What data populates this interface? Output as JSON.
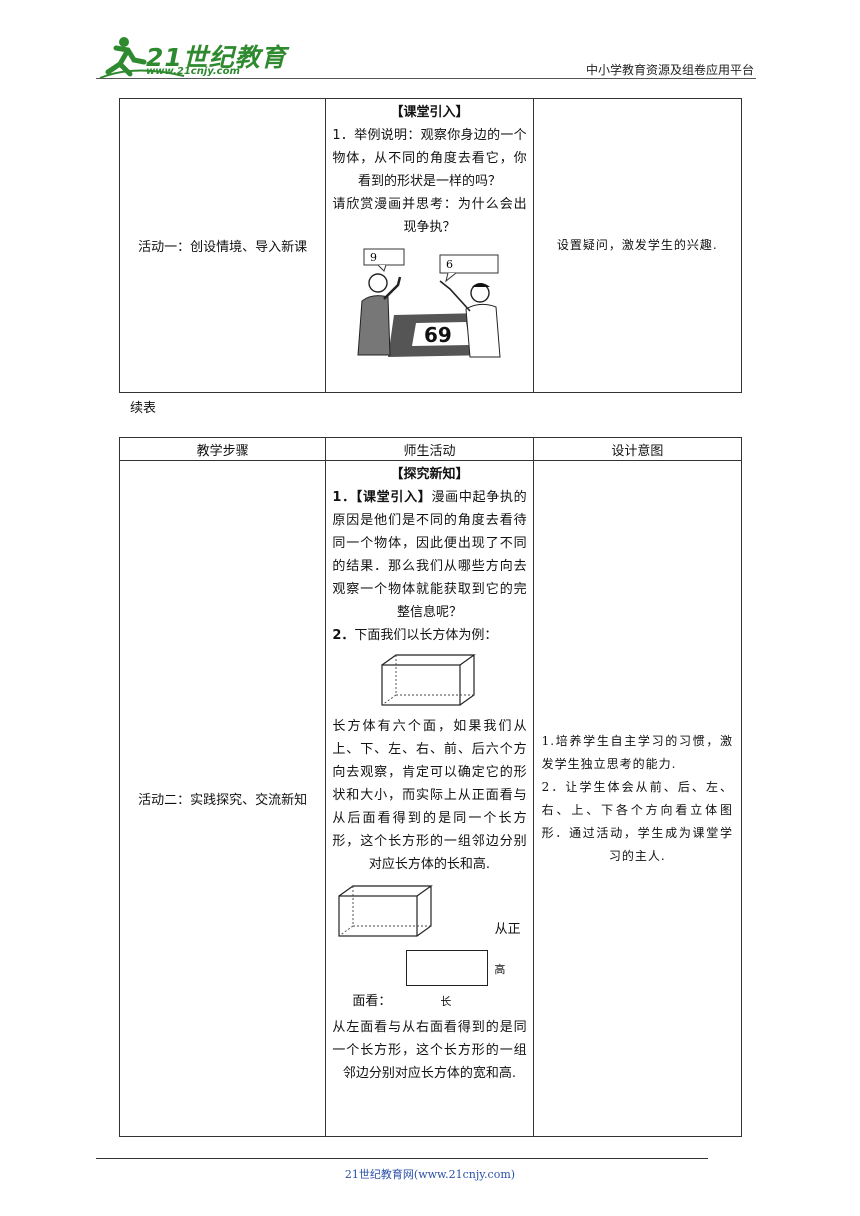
{
  "header": {
    "logo_text": "21世纪教育",
    "logo_url": "www.21cnjy.com",
    "platform": "中小学教育资源及组卷应用平台"
  },
  "table1": {
    "activity": "活动一：创设情境、导入新课",
    "section_title": "【课堂引入】",
    "p1": "1．举例说明：观察你身边的一个物体，从不同的角度去看它，你看到的形状是一样的吗？",
    "p2": "请欣赏漫画并思考：为什么会出现争执？",
    "bubble_left": "9",
    "bubble_right": "6",
    "card_text": "69",
    "intent": "设置疑问，激发学生的兴趣."
  },
  "continued": "续表",
  "table2": {
    "headers": [
      "教学步骤",
      "师生活动",
      "设计意图"
    ],
    "activity": "活动二：实践探究、交流新知",
    "section_title": "【探究新知】",
    "p1_num": "1．",
    "p1_tag": "【课堂引入】",
    "p1_rest": "漫画中起争执的原因是他们是不同的角度去看待同一个物体，因此便出现了不同的结果．那么我们从哪些方向去观察一个物体就能获取到它的完整信息呢？",
    "p2_num": "2．",
    "p2_rest": "下面我们以长方体为例：",
    "p3": "长方体有六个面，如果我们从上、下、左、右、前、后六个方向去观察，肯定可以确定它的形状和大小，而实际上从正面看与从后面看得到的是同一个长方形，这个长方形的一组邻边分别对应长方体的长和高.",
    "from_front_a": "从正",
    "from_front_b": "面看：",
    "label_height": "高",
    "label_length": "长",
    "p4": "从左面看与从右面看得到的是同一个长方形，这个长方形的一组邻边分别对应长方体的宽和高.",
    "intent1": "1.培养学生自主学习的习惯，激发学生独立思考的能力.",
    "intent2": "2．让学生体会从前、后、左、右、上、下各个方向看立体图形．通过活动，学生成为课堂学习的主人."
  },
  "footer": "21世纪教育网(www.21cnjy.com)"
}
